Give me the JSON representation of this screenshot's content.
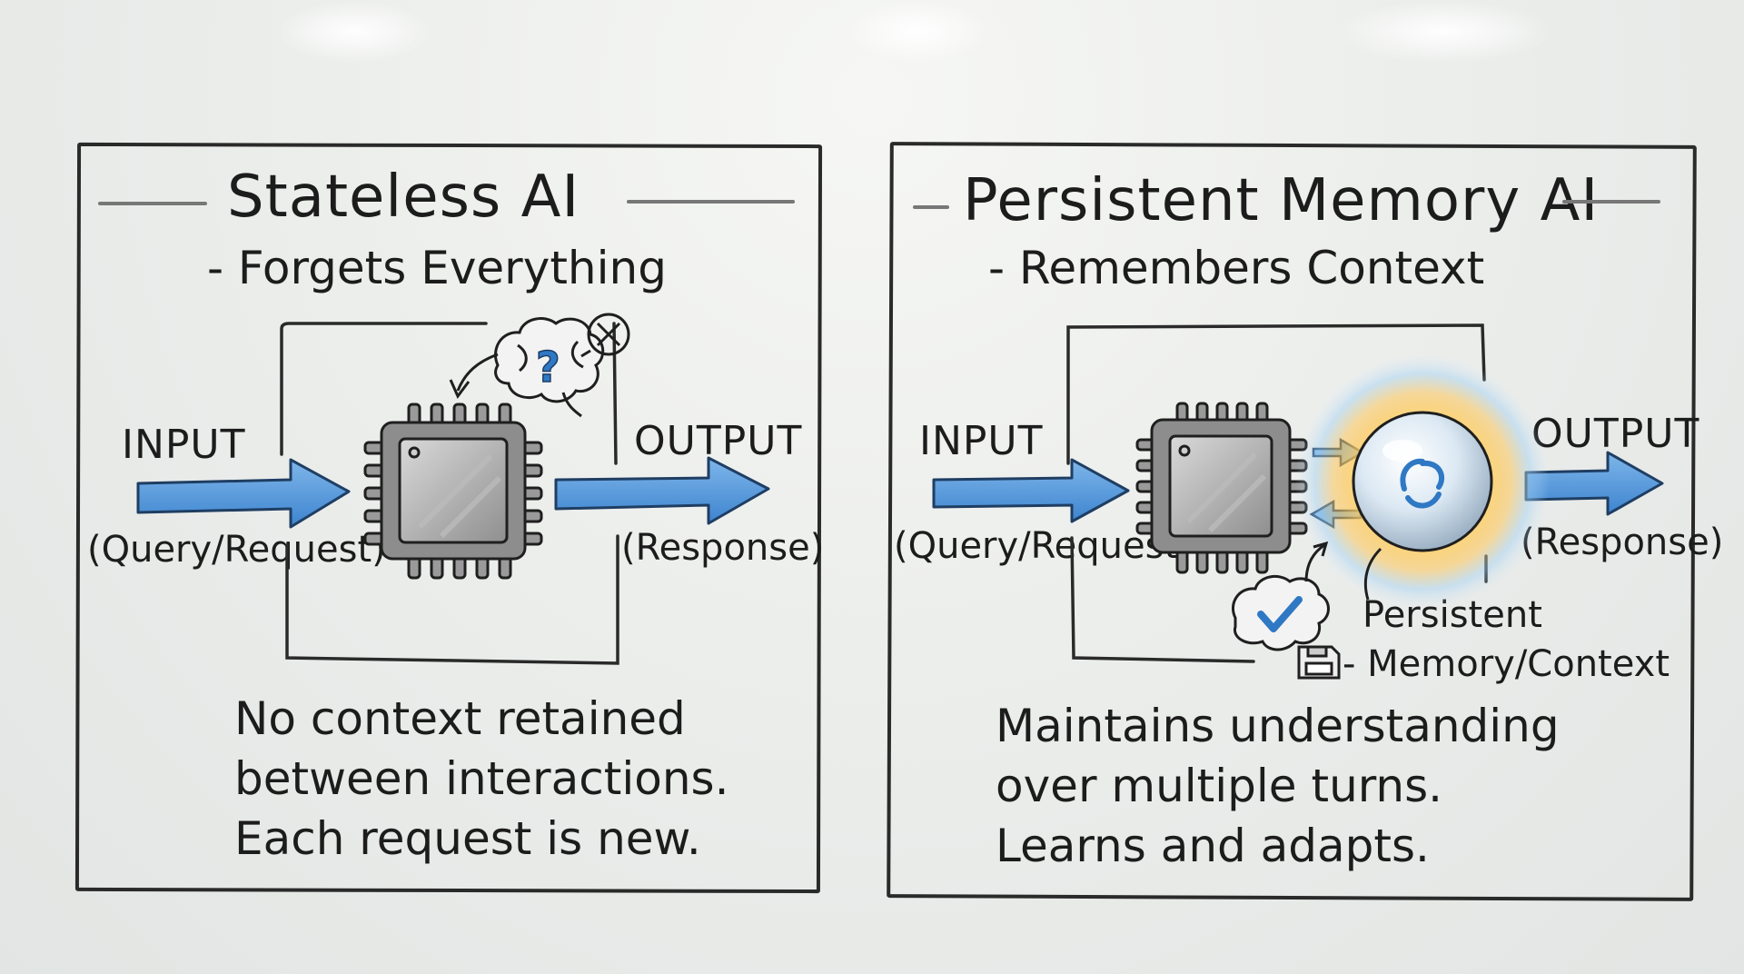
{
  "left_panel": {
    "title": "Stateless AI",
    "subtitle": "- Forgets Everything",
    "input_label": "INPUT",
    "input_sub": "(Query/Request)",
    "output_label": "OUTPUT",
    "output_sub": "(Response)",
    "description": [
      "No context retained",
      "between interactions.",
      "Each request is new."
    ],
    "icons": [
      "cpu-chip-icon",
      "brain-question-icon",
      "cross-circle-icon"
    ]
  },
  "right_panel": {
    "title": "Persistent Memory AI",
    "subtitle": "- Remembers Context",
    "input_label": "INPUT",
    "input_sub": "(Query/Request)",
    "output_label": "OUTPUT",
    "output_sub": "(Response)",
    "memory_label": [
      "Persistent",
      "- Memory/Context"
    ],
    "description": [
      "Maintains understanding",
      "over multiple turns.",
      "Learns and adapts."
    ],
    "icons": [
      "cpu-chip-icon",
      "memory-orb-icon",
      "brain-check-icon",
      "floppy-disk-icon"
    ]
  },
  "colors": {
    "arrow_blue": "#4a90d9",
    "ink": "#1c1c1c",
    "orb_glow": "#f5c04a",
    "check_blue": "#2f78c4"
  }
}
